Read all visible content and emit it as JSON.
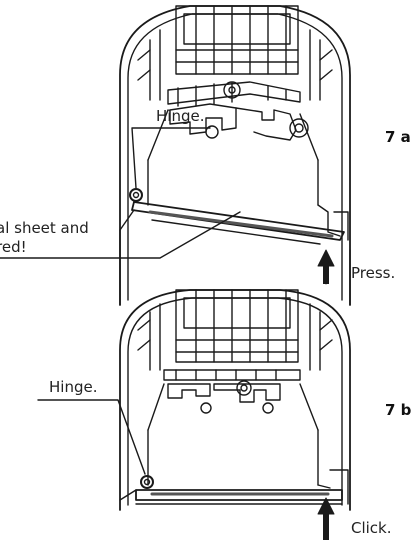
{
  "labels": {
    "hinge_a": "Hinge.",
    "hinge_b": "Hinge.",
    "metal_sheet_line1": "al sheet and",
    "metal_sheet_line2": "red!",
    "press": "Press.",
    "click": "Click."
  },
  "steps": {
    "a": "7 a",
    "b": "7 b"
  },
  "icons": {
    "press_arrow": "up-arrow-icon",
    "click_arrow": "up-arrow-icon"
  },
  "colors": {
    "line": "#1a1a1a",
    "shade": "#555555"
  }
}
